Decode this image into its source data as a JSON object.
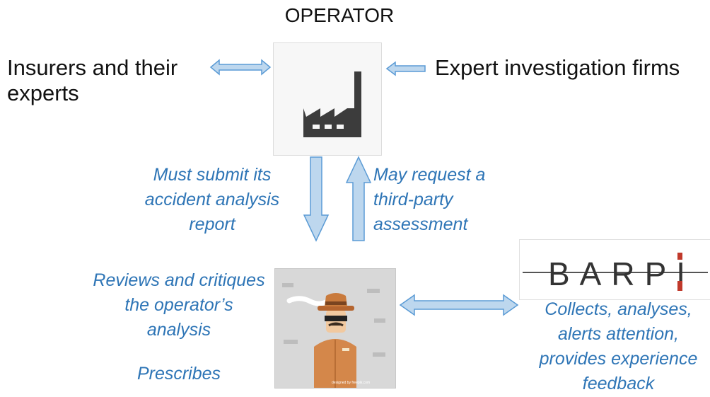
{
  "title": "OPERATOR",
  "left_party": "Insurers and their experts",
  "right_party": "Expert investigation firms",
  "down_label": "Must submit its accident analysis report",
  "up_label": "May request a third-party assessment",
  "inspector_role_1": "Reviews and critiques the operator’s analysis",
  "inspector_role_2": "Prescribes",
  "barpi_logo_text": "BARPI",
  "barpi_role": "Collects, analyses, alerts attention, provides experience feedback",
  "image_credit": "designed by freepik.com",
  "colors": {
    "arrow_fill": "#BDD7EE",
    "arrow_stroke": "#5B9BD5",
    "text_blue": "#2E75B6",
    "logo_red": "#C0392B"
  },
  "icons": [
    "factory-icon",
    "detective-icon"
  ]
}
